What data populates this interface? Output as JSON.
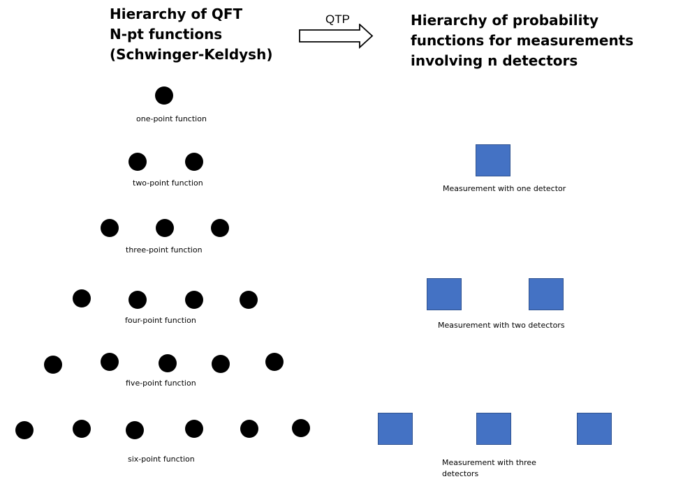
{
  "left_title": [
    "Hierarchy of QFT",
    "N-pt functions",
    "(Schwinger-Keldysh)"
  ],
  "right_title": [
    "Hierarchy of probability",
    "functions for measurements",
    "involving n detectors"
  ],
  "arrow_label": "QTP",
  "colors": {
    "dot": "#000000",
    "detector": "#4472c4",
    "detector_border": "#2f528f"
  },
  "functions": [
    {
      "label": "one-point function",
      "points": 1
    },
    {
      "label": "two-point function",
      "points": 2
    },
    {
      "label": "three-point function",
      "points": 3
    },
    {
      "label": "four-point function",
      "points": 4
    },
    {
      "label": "five-point function",
      "points": 5
    },
    {
      "label": "six-point function",
      "points": 6
    }
  ],
  "measurements": [
    {
      "label": "Measurement with one detector",
      "detectors": 1
    },
    {
      "label": "Measurement with two detectors",
      "detectors": 2
    },
    {
      "label": "Measurement with three detectors",
      "detectors": 3
    }
  ]
}
